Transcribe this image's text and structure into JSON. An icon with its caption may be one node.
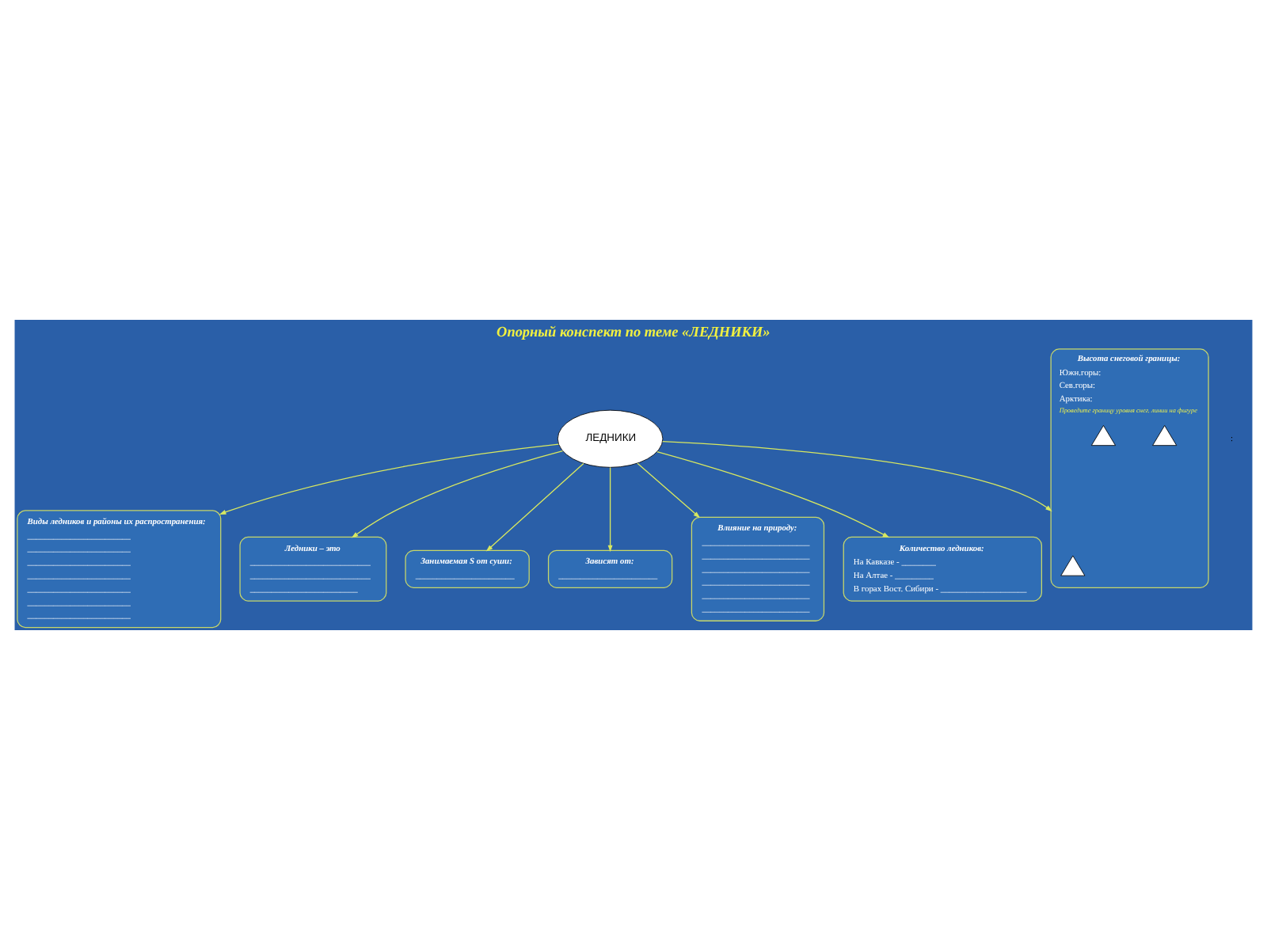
{
  "diagram": {
    "title": "Опорный конспект по теме «ЛЕДНИКИ»",
    "nodes": [
      {
        "text": [
          "Виды ледников и районы их распространения:",
          "________________________",
          "________________________",
          "________________________",
          "________________________",
          "________________________",
          "________________________",
          "________________________"
        ]
      },
      {
        "text": [
          "Ледники – это",
          "____________________________",
          "____________________________",
          "_________________________"
        ]
      },
      {
        "text": [
          "Занимаемая S от суши:",
          "_______________________"
        ]
      },
      {
        "text": [
          "Зависят от:",
          "_______________________"
        ]
      },
      {
        "text": [
          "ЛЕДНИКИ"
        ]
      },
      {
        "text": [
          "Высота снеговой границы:",
          "Южн.горы:",
          "Сев.горы:",
          "Арктика:",
          "Проведите границу уровня снег. линии на фигуре"
        ]
      },
      {
        "text": [],
        "shape": "triangle",
        "in": 5
      },
      {
        "text": [],
        "shape": "triangle",
        "in": 5
      },
      {
        "text": [],
        "shape": "triangle",
        "in": 5
      },
      {
        "text": [
          "Влияние на природу:",
          "_________________________",
          "_________________________",
          "_________________________",
          "_________________________",
          "_________________________",
          "_________________________"
        ]
      },
      {
        "text": [
          "Количество ледников:",
          "На Кавказе - ________",
          "На Алтае - _________",
          "В горах Вост. Сибири - ____________________"
        ]
      }
    ],
    "edges": [
      {
        "from": 4,
        "to": 0,
        "arrow": "to"
      },
      {
        "from": 4,
        "to": 1,
        "arrow": "to"
      },
      {
        "from": 4,
        "to": 2,
        "arrow": "to"
      },
      {
        "from": 4,
        "to": 3,
        "arrow": "to"
      },
      {
        "from": 4,
        "to": 9,
        "arrow": "to"
      },
      {
        "from": 4,
        "to": 10,
        "arrow": "to"
      },
      {
        "from": 4,
        "to": 5,
        "arrow": "to"
      }
    ],
    "labels": [
      ":"
    ]
  }
}
